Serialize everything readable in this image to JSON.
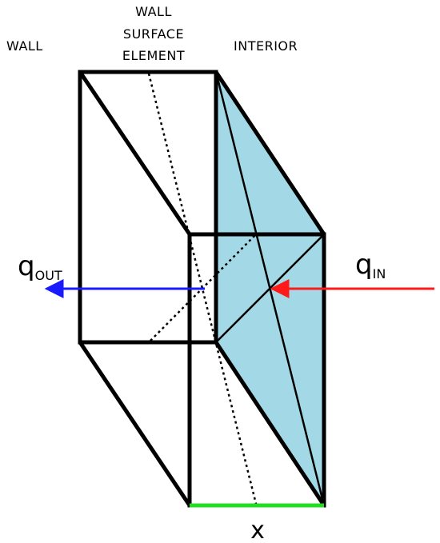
{
  "labels": {
    "wall": "WALL",
    "wall_surface_element": [
      "WALL",
      "SURFACE",
      "ELEMENT"
    ],
    "interior": "INTERIOR",
    "q_out": {
      "symbol": "q",
      "subscript": "OUT"
    },
    "q_in": {
      "symbol": "q",
      "subscript": "IN"
    },
    "thickness": "x"
  },
  "colors": {
    "outline": "#000000",
    "interior_face": "#a3d9e6",
    "heat_out_arrow": "#1a1aff",
    "heat_in_arrow": "#ff1a1a",
    "thickness_marker": "#22dd22"
  }
}
